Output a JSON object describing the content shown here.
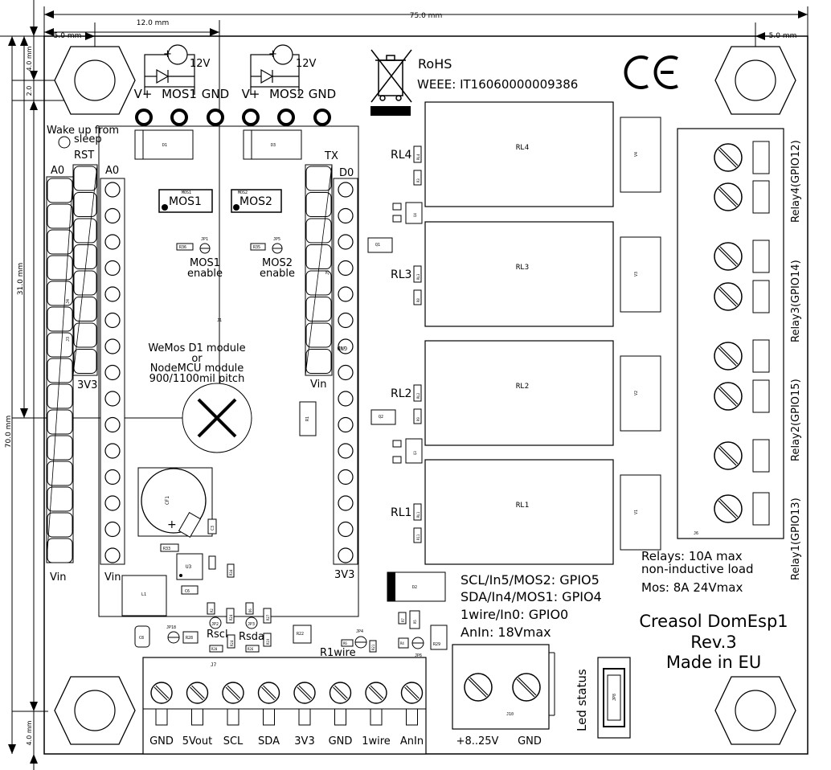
{
  "dimensions": {
    "top_full": "75.0 mm",
    "top_12": "12.0 mm",
    "top_5_left": "5.0 mm",
    "top_5_right": "5.0 mm",
    "left_4_top": "4.0 mm",
    "left_2": "2.0",
    "left_31": "31.0 mm",
    "left_70": "70.0 mm",
    "left_4_bottom": "4.0 mm"
  },
  "mosfet_outputs": {
    "v1_plus": "+",
    "v1_label": "12V",
    "v2_plus": "+",
    "v2_label": "12V",
    "pins": [
      "V+",
      "MOS1",
      "GND",
      "V+",
      "MOS2",
      "GND"
    ]
  },
  "compliance": {
    "rohs": "RoHS",
    "weee": "WEEE: IT16060000009386",
    "ce": "CE"
  },
  "left_header": {
    "wake_up": "Wake up from",
    "sleep": "sleep",
    "rst": "RST",
    "a0_outer": "A0",
    "a0_inner": "A0",
    "v33": "3V3",
    "vin_outer": "Vin",
    "vin_inner": "Vin"
  },
  "module": {
    "line1": "WeMos D1 module",
    "line2": "or",
    "line3": "NodeMCU module",
    "line4": "900/1100mil pitch",
    "tx": "TX",
    "d0": "D0",
    "vin": "Vin",
    "v33": "3V3",
    "gnd": "GND",
    "j1": "J1"
  },
  "components": {
    "d1": "D1",
    "d3": "D3",
    "mos1_top": "MOS1",
    "mos1": "MOS1",
    "mos2_top": "MOS2",
    "mos2": "MOS2",
    "r36": "R36",
    "jp1": "JP1",
    "r35": "R35",
    "jp5": "JP5",
    "mos1_enable_a": "MOS1",
    "mos1_enable_b": "enable",
    "mos2_enable_a": "MOS2",
    "mos2_enable_b": "enable",
    "cf1": "CF1",
    "cf_plus": "+",
    "c3": "C3",
    "r33": "R33",
    "u3": "U3",
    "l1": "L1",
    "c6": "C6",
    "r34": "R34",
    "c8": "C8",
    "jp18": "JP18",
    "r28": "R28",
    "r2": "R2",
    "jp2": "JP2",
    "r24": "R24",
    "r20": "R20",
    "d6": "D6",
    "jp3": "JP3",
    "r27": "R27",
    "r26": "R26",
    "r19": "R19",
    "r22": "R22",
    "r6": "R6",
    "jp4": "JP4",
    "r21": "R21",
    "r7": "R7",
    "r5": "R5",
    "r4": "R4",
    "jp6": "JP6",
    "r29": "R29",
    "j7": "J7",
    "j10": "J10",
    "jp8": "JP8",
    "q1": "Q1",
    "q2": "Q2",
    "r1": "R1",
    "d2": "D2",
    "j4": "J4",
    "j3": "J3",
    "j5": "J5",
    "j6": "J6",
    "rscl": "Rscl",
    "rsda": "Rsda",
    "r1wire": "R1wire",
    "rl4_small": "RL4",
    "rl3_small": "RL3",
    "rl2_small": "RL2",
    "rl1_small": "RL1",
    "r_rl4": "R3",
    "r_rl3": "R8",
    "r_rl2": "R9",
    "r_rl1": "R11",
    "t4": "Q4",
    "t3": "Q3"
  },
  "relays": [
    {
      "tag": "RL4",
      "body": "RL4",
      "varistor": "V4",
      "gpio": "Relay4(GPIO12)"
    },
    {
      "tag": "RL3",
      "body": "RL3",
      "varistor": "V3",
      "gpio": "Relay3(GPIO14)"
    },
    {
      "tag": "RL2",
      "body": "RL2",
      "varistor": "V2",
      "gpio": "Relay2(GPIO15)"
    },
    {
      "tag": "RL1",
      "body": "RL1",
      "varistor": "V1",
      "gpio": "Relay1(GPIO13)"
    }
  ],
  "notes": {
    "relays_1": "Relays: 10A max",
    "relays_2": "non-inductive load",
    "mos": "Mos: 8A 24Vmax",
    "scl": "SCL/In5/MOS2: GPIO5",
    "sda": "SDA/In4/MOS1: GPIO4",
    "onewire": "1wire/In0: GPIO0",
    "anin": "AnIn: 18Vmax",
    "brand": "Creasol DomEsp1",
    "rev": "Rev.3",
    "made": "Made in EU",
    "led": "Led status"
  },
  "bottom_terminals": [
    "GND",
    "5Vout",
    "SCL",
    "SDA",
    "3V3",
    "GND",
    "1wire",
    "AnIn"
  ],
  "power_terminals": [
    "+8..25V",
    "GND"
  ]
}
